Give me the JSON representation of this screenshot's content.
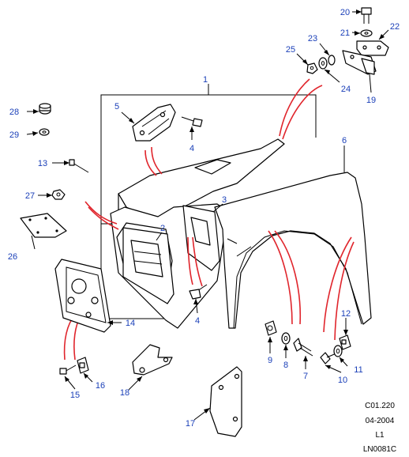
{
  "callouts": [
    "1",
    "2",
    "3",
    "4",
    "4",
    "5",
    "6",
    "7",
    "8",
    "9",
    "10",
    "11",
    "12",
    "13",
    "14",
    "15",
    "16",
    "17",
    "18",
    "19",
    "20",
    "21",
    "22",
    "23",
    "24",
    "25",
    "26",
    "27",
    "28",
    "29"
  ],
  "reference": {
    "code": "C01.220",
    "date": "04-2004",
    "level": "L1",
    "drawing": "LN0081C"
  },
  "colors": {
    "callout_text": "#1a3fb8",
    "seam_lines": "#e0252c",
    "outline": "#000000"
  }
}
